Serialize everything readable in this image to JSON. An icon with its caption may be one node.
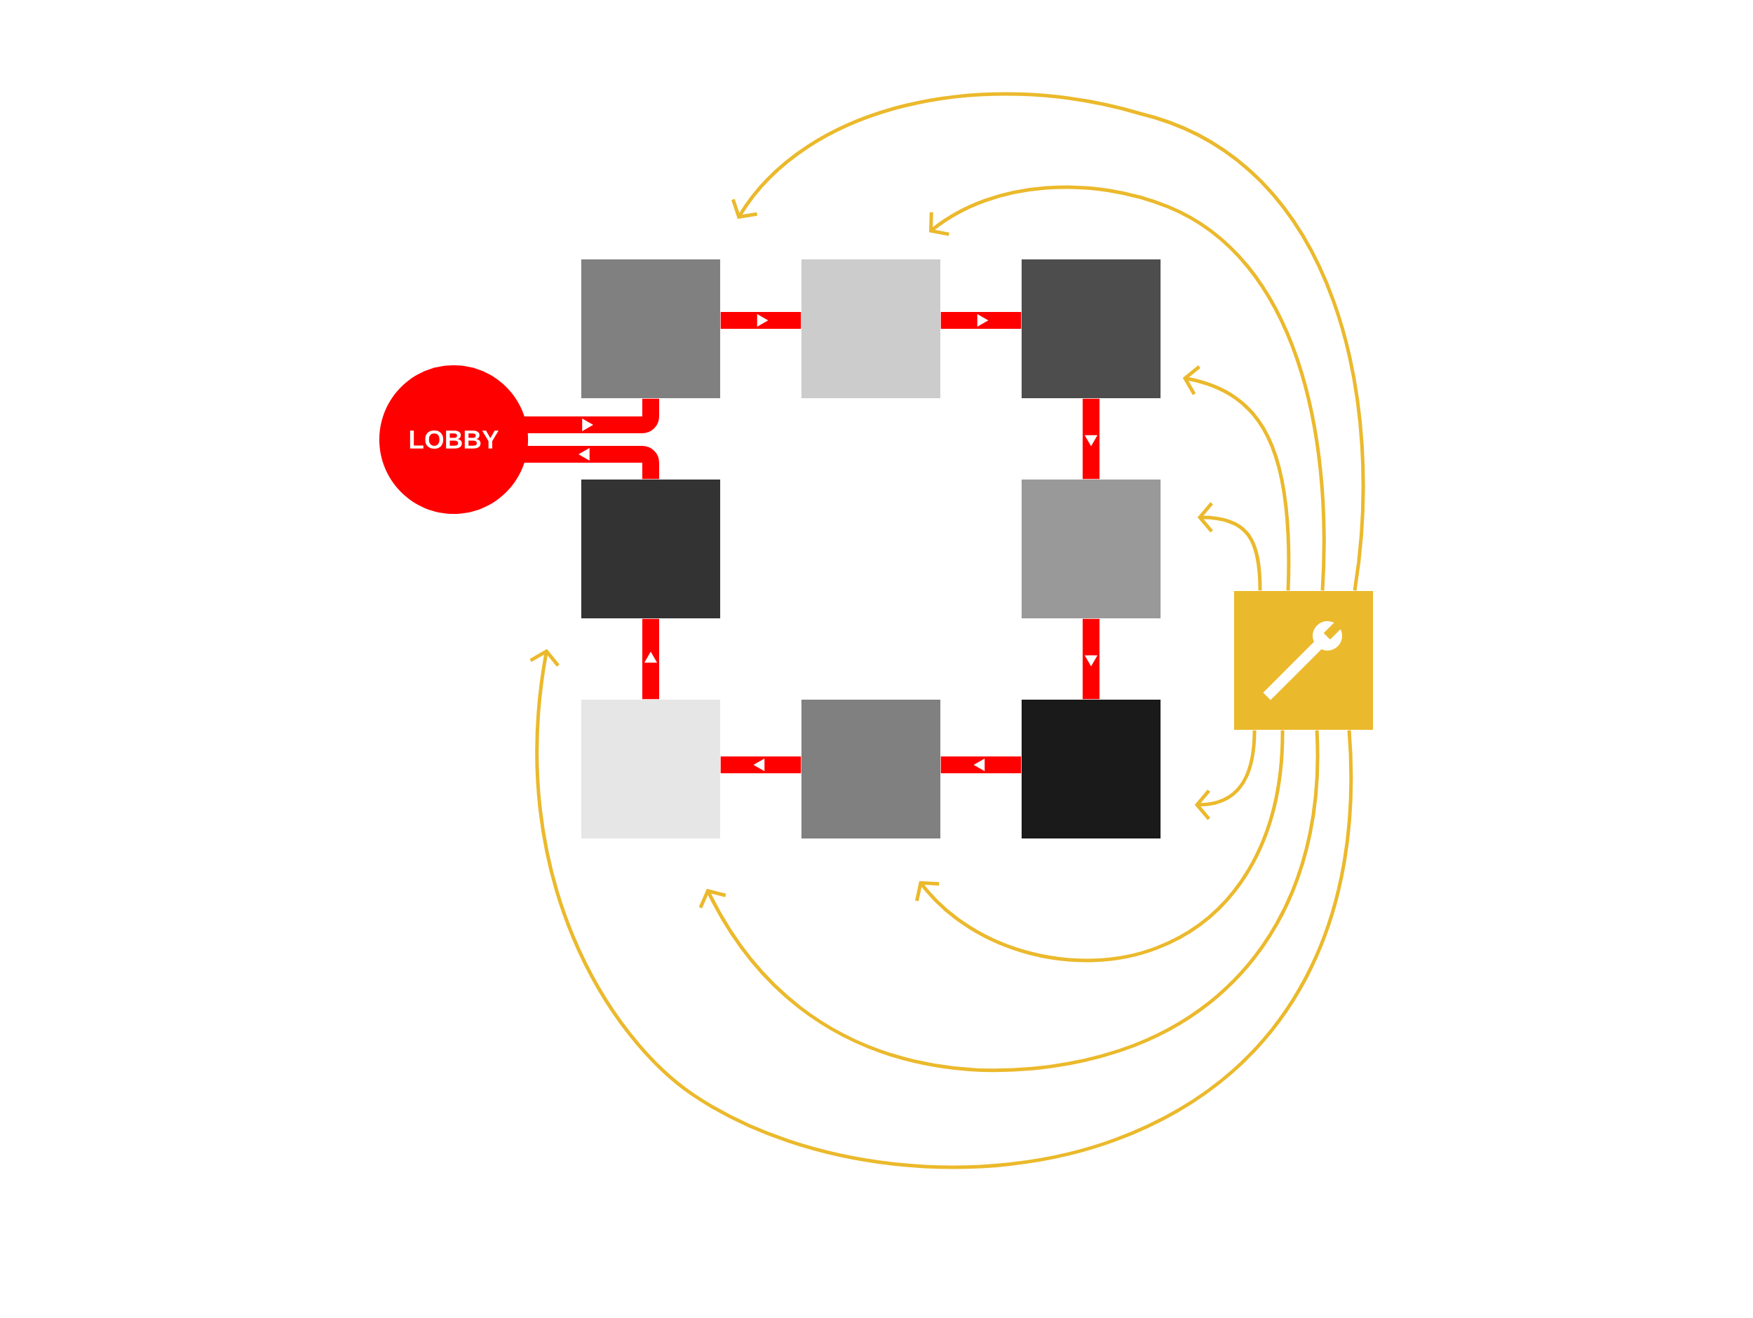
{
  "diagram": {
    "nodes": [
      {
        "text": [
          "LOBBY"
        ]
      },
      {
        "text": [],
        "shape": "box"
      },
      {
        "text": [],
        "shape": "box"
      },
      {
        "text": [],
        "shape": "box"
      },
      {
        "text": [],
        "shape": "box"
      },
      {
        "text": [],
        "shape": "box"
      },
      {
        "text": [],
        "shape": "box"
      },
      {
        "text": [],
        "shape": "box"
      },
      {
        "text": [],
        "shape": "box"
      },
      {
        "text": [],
        "shape": "box"
      }
    ],
    "edges": [
      {
        "from": 0,
        "to": 1,
        "arrow": "to"
      },
      {
        "from": 1,
        "to": 2,
        "arrow": "to"
      },
      {
        "from": 2,
        "to": 3,
        "arrow": "to"
      },
      {
        "from": 3,
        "to": 5,
        "arrow": "to"
      },
      {
        "from": 5,
        "to": 8,
        "arrow": "to"
      },
      {
        "from": 8,
        "to": 7,
        "arrow": "to"
      },
      {
        "from": 7,
        "to": 6,
        "arrow": "to"
      },
      {
        "from": 6,
        "to": 4,
        "arrow": "to"
      },
      {
        "from": 4,
        "to": 0,
        "arrow": "to"
      },
      {
        "from": 9,
        "to": 1,
        "arrow": "to",
        "color": "#ebb92c"
      },
      {
        "from": 9,
        "to": 2,
        "arrow": "to",
        "color": "#ebb92c"
      },
      {
        "from": 9,
        "to": 3,
        "arrow": "to",
        "color": "#ebb92c"
      },
      {
        "from": 9,
        "to": 5,
        "arrow": "to",
        "color": "#ebb92c"
      },
      {
        "from": 9,
        "to": 8,
        "arrow": "to",
        "color": "#ebb92c"
      },
      {
        "from": 9,
        "to": 7,
        "arrow": "to",
        "color": "#ebb92c"
      },
      {
        "from": 9,
        "to": 6,
        "arrow": "to",
        "color": "#ebb92c"
      },
      {
        "from": 9,
        "to": 4,
        "arrow": "to",
        "color": "#ebb92c"
      }
    ]
  }
}
